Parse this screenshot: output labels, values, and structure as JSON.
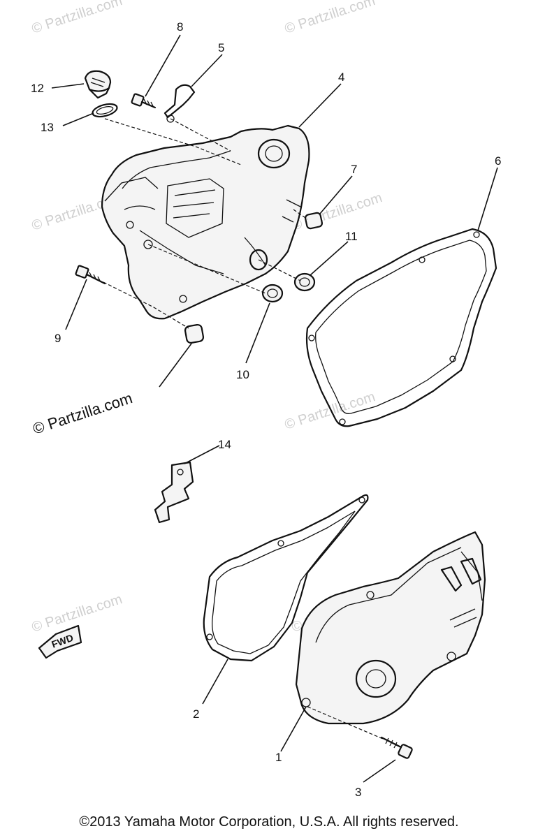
{
  "watermarks": {
    "small": "© Partzilla.com",
    "main": "© Partzilla.com"
  },
  "callouts": {
    "c1": "1",
    "c2": "2",
    "c3": "3",
    "c4": "4",
    "c5": "5",
    "c6": "6",
    "c7": "7",
    "c8": "8",
    "c9": "9",
    "c10": "10",
    "c11": "11",
    "c12": "12",
    "c13": "13",
    "c14": "14"
  },
  "fwd_label": "FWD",
  "copyright": "©2013 Yamaha Motor Corporation, U.S.A. All rights reserved."
}
